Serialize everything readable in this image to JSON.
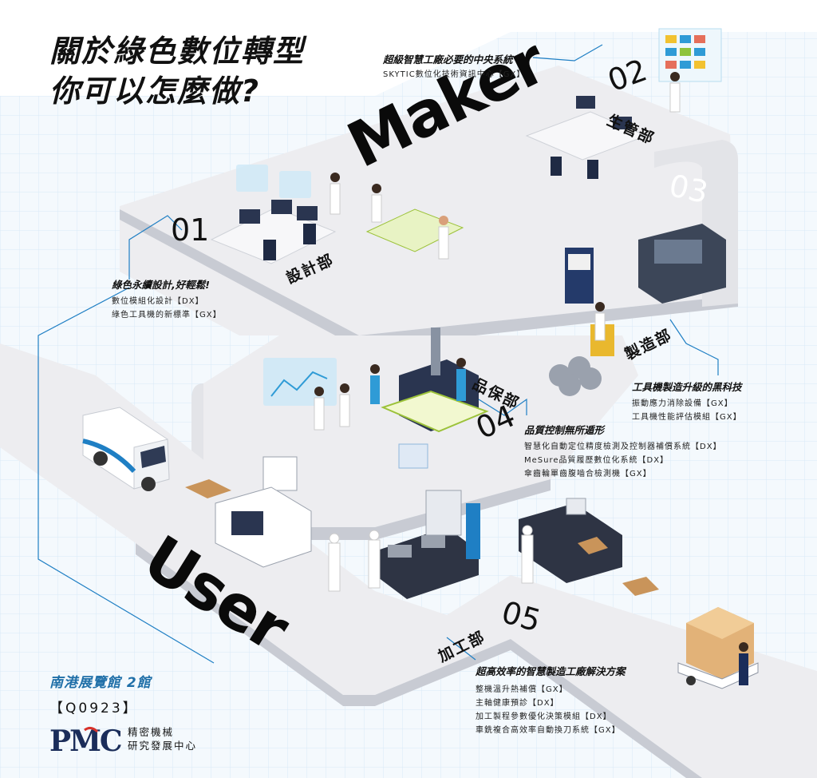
{
  "title": {
    "line1": "關於綠色數位轉型",
    "line2": "你可以怎麼做?"
  },
  "labels": {
    "maker": "Maker",
    "user": "User"
  },
  "sections": [
    {
      "id": "01",
      "dept": "設計部",
      "heading": "綠色永續設計,好輕鬆!",
      "items": [
        "數位模組化設計【DX】",
        "綠色工具機的新標準【GX】"
      ]
    },
    {
      "id": "02",
      "dept": "生管部",
      "heading": "超級智慧工廠必要的中央系統",
      "items": [
        "SKYTIC數位化技術資訊中心【GX】"
      ]
    },
    {
      "id": "03",
      "dept": "製造部",
      "heading": "工具機製造升級的黑科技",
      "items": [
        "振動應力消除設備【GX】",
        "工具機性能評估模組【GX】"
      ]
    },
    {
      "id": "04",
      "dept": "品保部",
      "heading": "品質控制無所遁形",
      "items": [
        "智慧化自動定位精度檢測及控制器補償系統【DX】",
        "MeSure品質履歷數位化系統【DX】",
        "傘齒輪單齒腹嚙合檢測機【GX】"
      ]
    },
    {
      "id": "05",
      "dept": "加工部",
      "heading": "超高效率的智慧製造工廠解決方案",
      "items": [
        "整機溫升熱補償【GX】",
        "主軸健康預診【DX】",
        "加工製程參數優化決策模組【DX】",
        "車銑複合高效率自動換刀系統【GX】"
      ]
    }
  ],
  "footer": {
    "hall": "南港展覽館 2館",
    "booth": "【Q0923】",
    "logo_mark": "PMC",
    "org_line1": "精密機械",
    "org_line2": "研究發展中心"
  },
  "colors": {
    "accent_blue": "#1f7fc4",
    "track": "#ecedf0",
    "track_side": "#c9ccd3",
    "grid": "#d6e8f5",
    "navy": "#1b2d5a",
    "red": "#d8322b"
  }
}
